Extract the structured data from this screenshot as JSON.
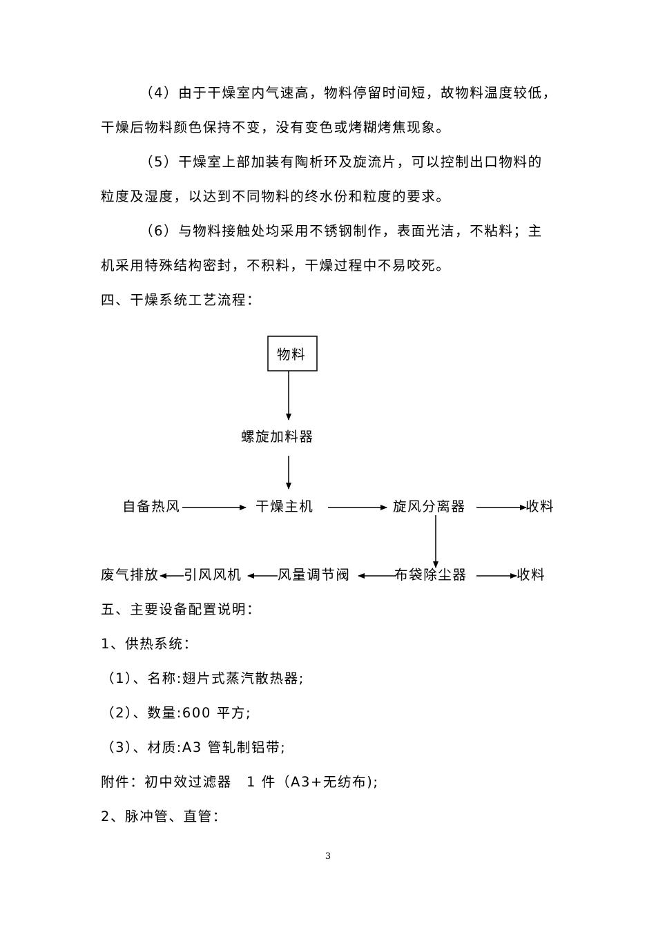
{
  "paragraphs": [
    "（4）由于干燥室内气速高，物料停留时间短，故物料温度较低，",
    "干燥后物料颜色保持不变，没有变色或烤糊烤焦现象。",
    "（5）干燥室上部加装有陶析环及旋流片，可以控制出口物料的",
    "粒度及湿度，以达到不同物料的终水份和粒度的要求。",
    "（6）与物料接触处均采用不锈钢制作，表面光洁，不粘料；主",
    "机采用特殊结构密封，不积料，干燥过程中不易咬死。"
  ],
  "section4_heading": "四、干燥系统工艺流程：",
  "flowchart": {
    "material": "物料",
    "screw_feeder": "螺旋加料器",
    "hot_air": "自备热风",
    "dryer_main": "干燥主机",
    "cyclone": "旋风分离器",
    "collect_1": "收料",
    "exhaust": "废气排放",
    "induced_fan": "引风风机",
    "damper": "风量调节阀",
    "bag_filter": "布袋除尘器",
    "collect_2": "收料"
  },
  "section5_heading": "五、主要设备配置说明：",
  "heat_system": {
    "heading": "1、供热系统：",
    "name": "（1）、名称:翅片式蒸汽散热器;",
    "quantity": "（2）、数量:600 平方;",
    "material": "（3）、材质:A3 管轧制铝带;",
    "accessory": "附件：初中效过滤器　1 件（A3+无纺布);"
  },
  "pulse_heading": "2、脉冲管、直管：",
  "page_number": "3"
}
